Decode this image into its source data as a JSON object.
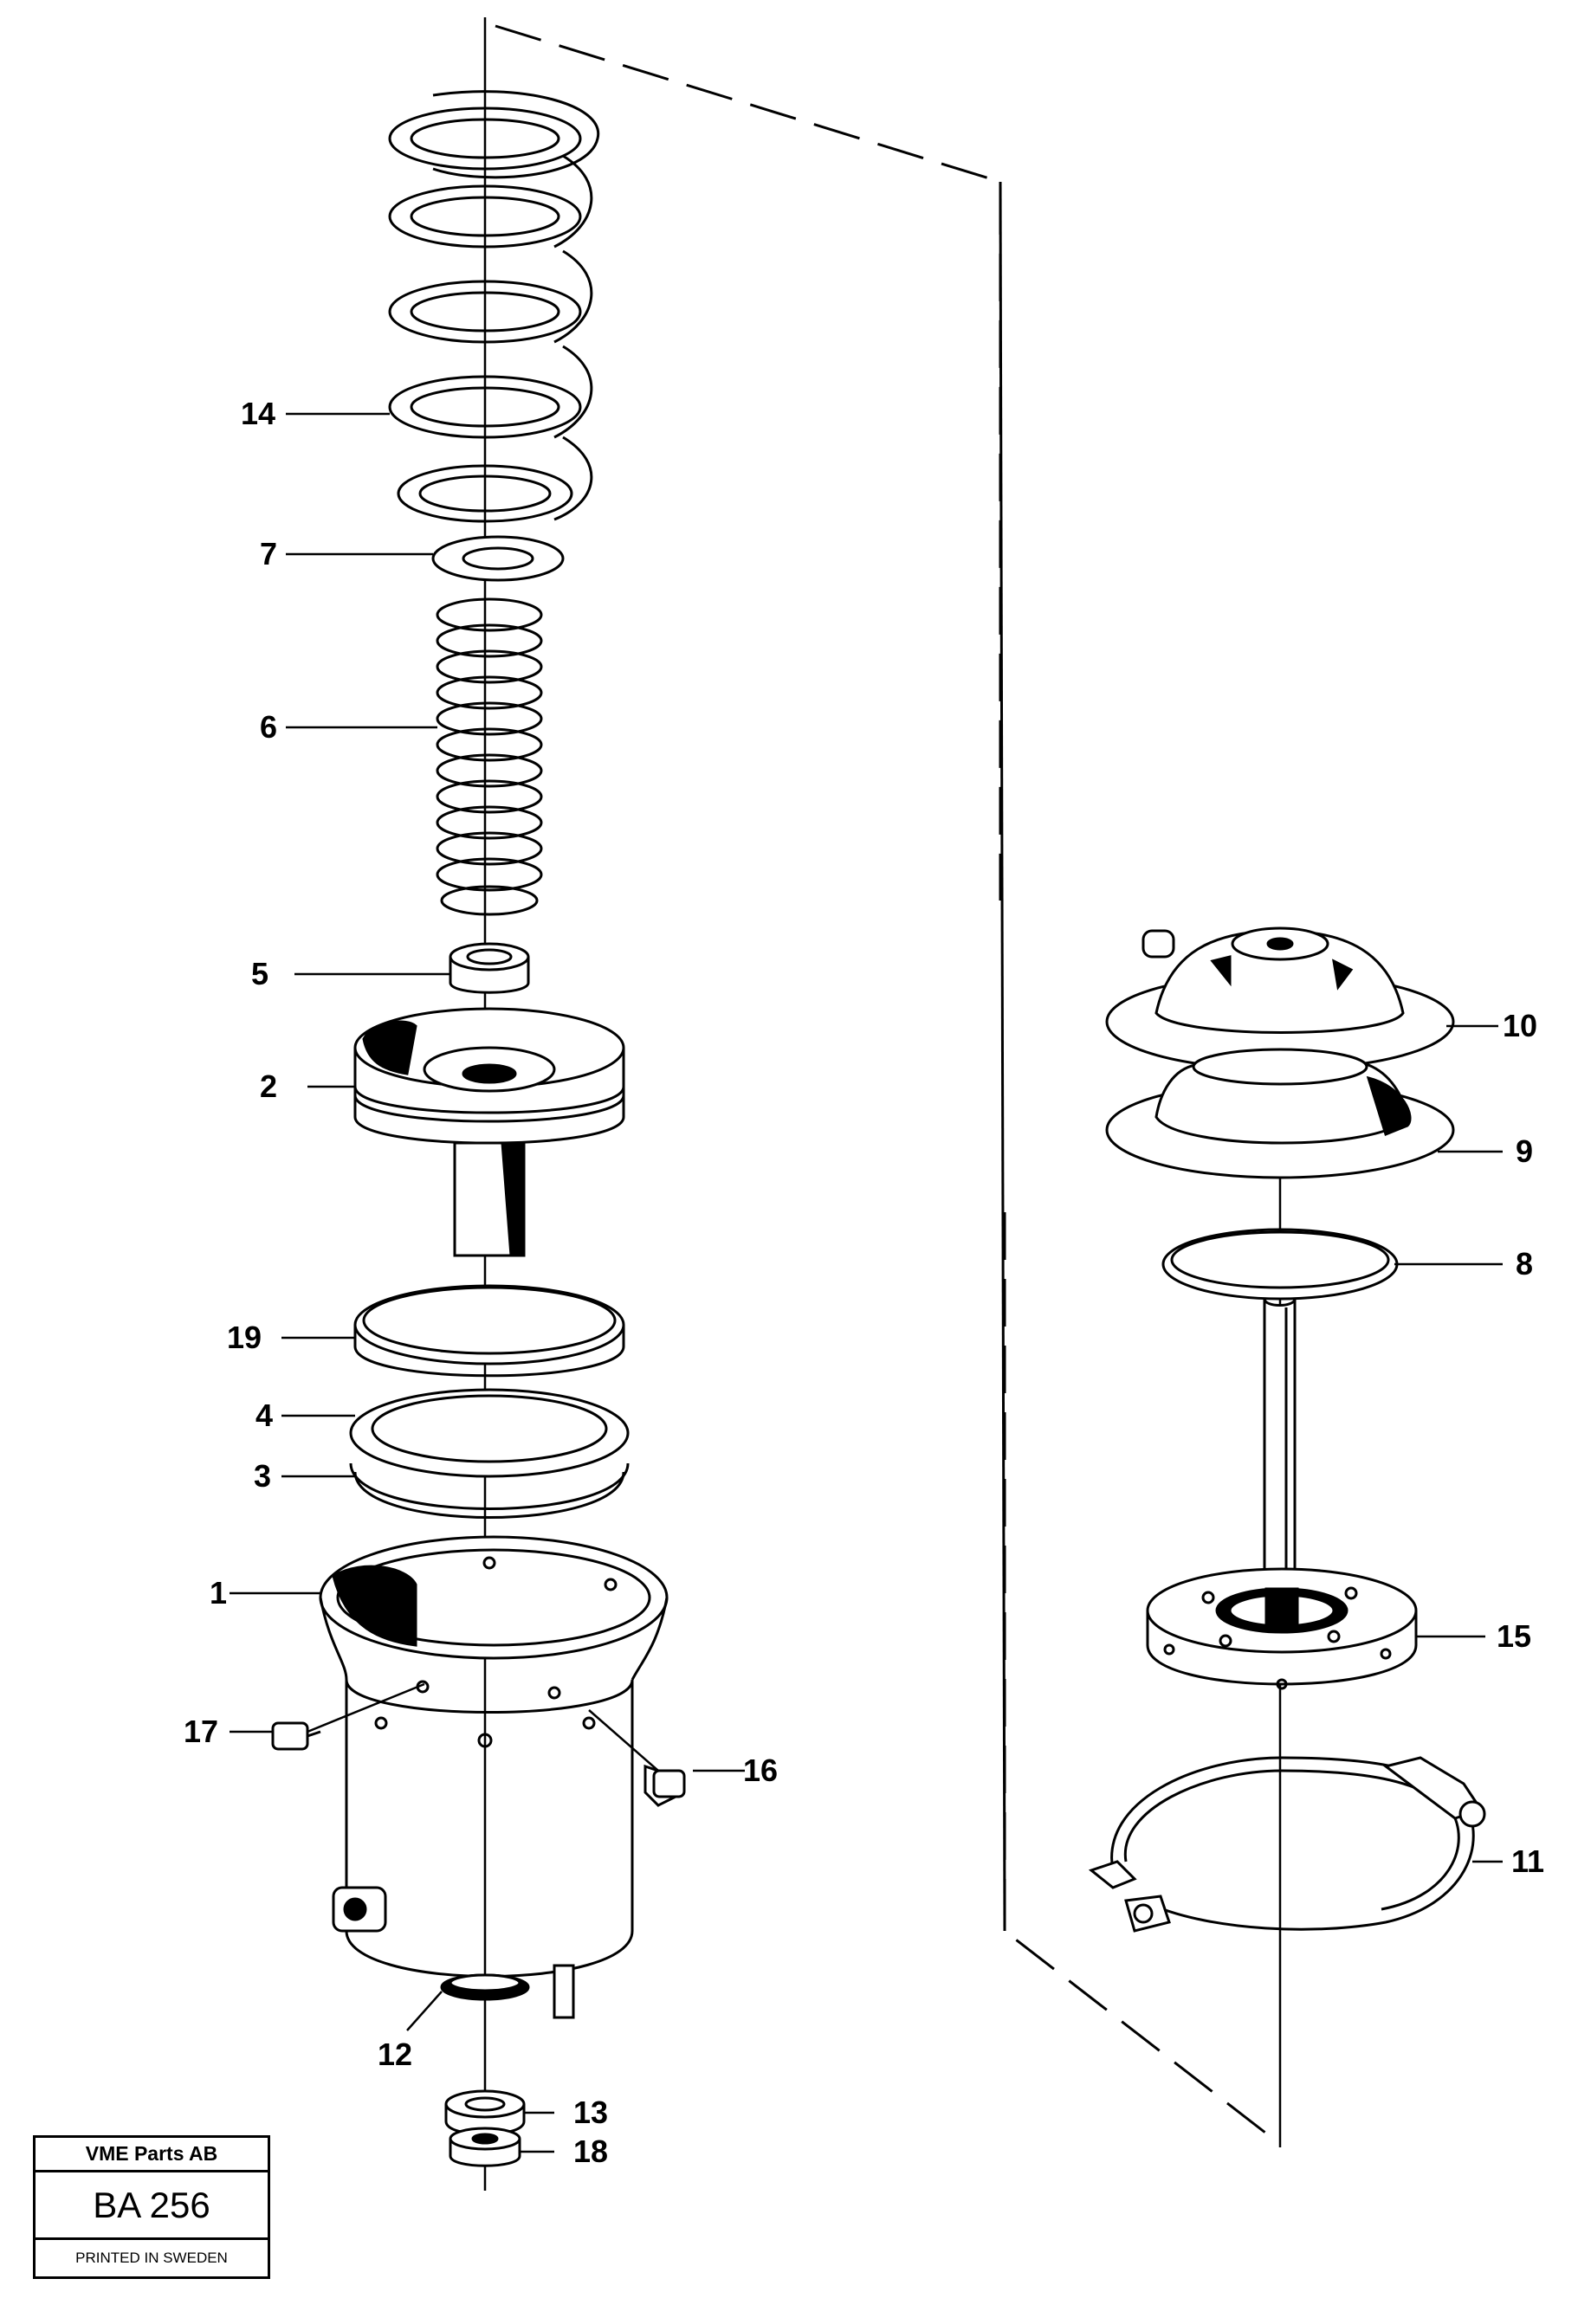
{
  "title_block": {
    "company": "VME Parts AB",
    "drawing_number": "BA 256",
    "printed": "PRINTED IN SWEDEN"
  },
  "callouts": [
    "14",
    "7",
    "6",
    "5",
    "2",
    "19",
    "4",
    "3",
    "1",
    "17",
    "16",
    "12",
    "13",
    "18",
    "10",
    "9",
    "8",
    "15",
    "11"
  ]
}
